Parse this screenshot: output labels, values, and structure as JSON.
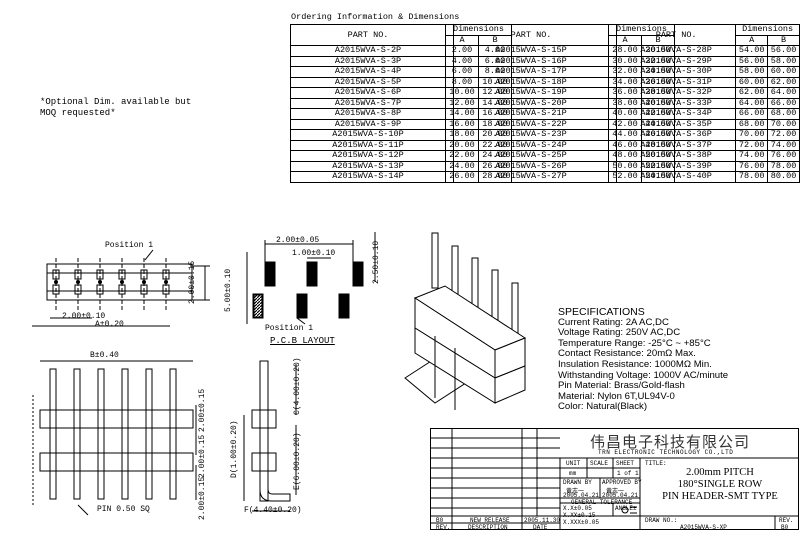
{
  "ordering": {
    "title": "Ordering Information & Dimensions",
    "header": {
      "part_no": "PART NO.",
      "dimensions": "Dimensions",
      "a": "A",
      "b": "B"
    },
    "columns": [
      [
        [
          "A2015WVA-S-2P",
          "2.00",
          "4.00"
        ],
        [
          "A2015WVA-S-3P",
          "4.00",
          "6.00"
        ],
        [
          "A2015WVA-S-4P",
          "6.00",
          "8.00"
        ],
        [
          "A2015WVA-S-5P",
          "8.00",
          "10.00"
        ],
        [
          "A2015WVA-S-6P",
          "10.00",
          "12.00"
        ],
        [
          "A2015WVA-S-7P",
          "12.00",
          "14.00"
        ],
        [
          "A2015WVA-S-8P",
          "14.00",
          "16.00"
        ],
        [
          "A2015WVA-S-9P",
          "16.00",
          "18.00"
        ],
        [
          "A2015WVA-S-10P",
          "18.00",
          "20.00"
        ],
        [
          "A2015WVA-S-11P",
          "20.00",
          "22.00"
        ],
        [
          "A2015WVA-S-12P",
          "22.00",
          "24.00"
        ],
        [
          "A2015WVA-S-13P",
          "24.00",
          "26.00"
        ],
        [
          "A2015WVA-S-14P",
          "26.00",
          "28.00"
        ]
      ],
      [
        [
          "A2015WVA-S-15P",
          "28.00",
          "30.00"
        ],
        [
          "A2015WVA-S-16P",
          "30.00",
          "32.00"
        ],
        [
          "A2015WVA-S-17P",
          "32.00",
          "34.00"
        ],
        [
          "A2015WVA-S-18P",
          "34.00",
          "36.00"
        ],
        [
          "A2015WVA-S-19P",
          "36.00",
          "38.00"
        ],
        [
          "A2015WVA-S-20P",
          "38.00",
          "40.00"
        ],
        [
          "A2015WVA-S-21P",
          "40.00",
          "42.00"
        ],
        [
          "A2015WVA-S-22P",
          "42.00",
          "44.00"
        ],
        [
          "A2015WVA-S-23P",
          "44.00",
          "46.00"
        ],
        [
          "A2015WVA-S-24P",
          "46.00",
          "48.00"
        ],
        [
          "A2015WVA-S-25P",
          "48.00",
          "50.00"
        ],
        [
          "A2015WVA-S-26P",
          "50.00",
          "52.00"
        ],
        [
          "A2015WVA-S-27P",
          "52.00",
          "54.00"
        ]
      ],
      [
        [
          "A2015WVA-S-28P",
          "54.00",
          "56.00"
        ],
        [
          "A2015WVA-S-29P",
          "56.00",
          "58.00"
        ],
        [
          "A2015WVA-S-30P",
          "58.00",
          "60.00"
        ],
        [
          "A2015WVA-S-31P",
          "60.00",
          "62.00"
        ],
        [
          "A2015WVA-S-32P",
          "62.00",
          "64.00"
        ],
        [
          "A2015WVA-S-33P",
          "64.00",
          "66.00"
        ],
        [
          "A2015WVA-S-34P",
          "66.00",
          "68.00"
        ],
        [
          "A2015WVA-S-35P",
          "68.00",
          "70.00"
        ],
        [
          "A2015WVA-S-36P",
          "70.00",
          "72.00"
        ],
        [
          "A2015WVA-S-37P",
          "72.00",
          "74.00"
        ],
        [
          "A2015WVA-S-38P",
          "74.00",
          "76.00"
        ],
        [
          "A2015WVA-S-39P",
          "76.00",
          "78.00"
        ],
        [
          "A2015WVA-S-40P",
          "78.00",
          "80.00"
        ]
      ]
    ]
  },
  "note": {
    "line1": "*Optional Dim. available but",
    "line2": "MOQ requested*"
  },
  "drawing": {
    "position1": "Position 1",
    "dim_top_pitch": "2.00±0.10",
    "dim_a": "A±0.20",
    "dim_side_h1": "2.00±0.15",
    "pcb": {
      "title": "P.C.B LAYOUT",
      "dim_2": "2.00±0.05",
      "dim_1": "1.00±0.10",
      "dim_250": "2.50±0.10",
      "dim_500": "5.00±0.10",
      "position1": "Position 1"
    },
    "front": {
      "dim_b": "B±0.40",
      "dim_200_015": "2.00±0.15",
      "dim_200_015b": "2.00±0.15",
      "dim_200_015c": "2.00±0.15",
      "pin": "PIN 0.50 SQ"
    },
    "side": {
      "c": "C(4.00±0.20)",
      "d": "D(1.00±0.20)",
      "e": "E(6.00±0.20)",
      "f": "F(4.40±0.20)"
    }
  },
  "specifications": {
    "title": "SPECIFICATIONS",
    "lines": [
      "Current Rating: 2A AC,DC",
      "Voltage Rating: 250V AC,DC",
      "Temperature Range: -25°C ~ +85°C",
      "Contact Resistance: 20mΩ Max.",
      "Insulation Resistance: 1000MΩ Min.",
      "Withstanding Voltage: 1000V AC/minute",
      "Pin Material: Brass/Gold-flash",
      "Material: Nylon 6T,UL94V-0",
      "Color: Natural(Black)"
    ]
  },
  "title_block": {
    "company_cn": "伟昌电子科技有限公司",
    "company_en": "TRN ELECTRONIC TECHNOLOGY CO.,LTD",
    "unit_label": "UNIT",
    "scale_label": "SCALE",
    "sheet_label": "SHEET",
    "unit_value": "mm",
    "sheet_value": "1 of 1",
    "title_label": "TITLE:",
    "title_lines": [
      "2.00mm PITCH",
      "180°SINGLE ROW",
      "PIN HEADER-SMT TYPE"
    ],
    "drawn_by": "DRAWN BY",
    "approved_by": "APPROVED BY",
    "drawn_name": "黄志一",
    "approved_name": "黄志一",
    "drawn_date": "2005.04.21",
    "approved_date": "2005.04.21",
    "general_tol": "GENERAL TOLERANCE",
    "tol1": "X.X±0.05",
    "tol2": "X.XX±0.15",
    "tol3": "X.XXX±0.05",
    "angle": "ANGLE±",
    "rev_mark": "B0",
    "rev_desc": "NEW RELEASE",
    "rev_date": "2005.11.30",
    "rev_col": "REV.",
    "desc_col": "DESCRIPTION",
    "date_col": "DATE",
    "dwg_no_label": "DRAW NO.:",
    "dwg_no": "A2015WVA-S-XP",
    "rev_label": "REV.",
    "rev_value": "B0"
  }
}
